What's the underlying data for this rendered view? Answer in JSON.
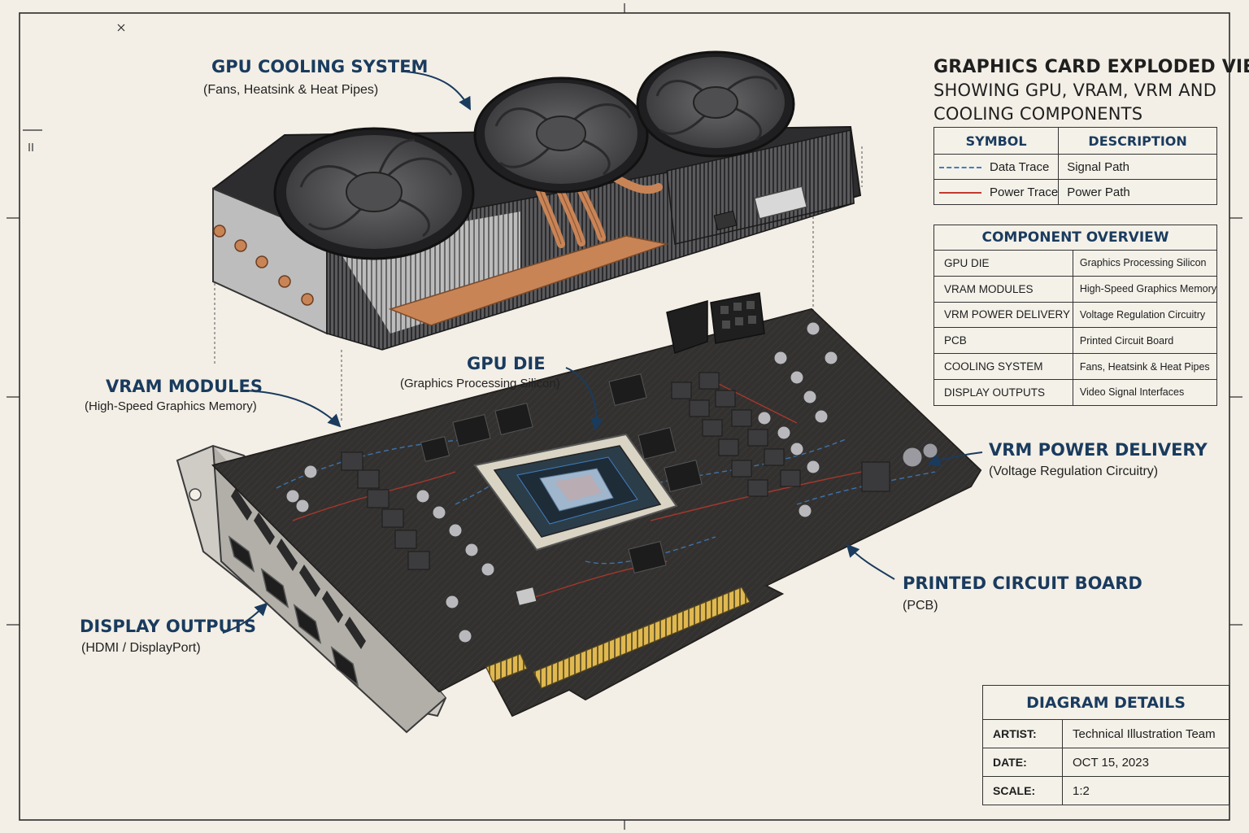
{
  "title": {
    "line1": "GRAPHICS CARD EXPLODED VIEW",
    "line2": "SHOWING GPU, VRAM, VRM AND",
    "line3": "COOLING COMPONENTS"
  },
  "legend": {
    "headers": {
      "symbol": "SYMBOL",
      "description": "DESCRIPTION"
    },
    "rows": [
      {
        "symbol_label": "Data Trace",
        "description": "Signal Path",
        "style": "dashed",
        "color": "#3f7fc0"
      },
      {
        "symbol_label": "Power Trace",
        "description": "Power Path",
        "style": "solid",
        "color": "#c43a2c"
      }
    ]
  },
  "overview": {
    "header": "COMPONENT OVERVIEW",
    "rows": [
      {
        "component": "GPU DIE",
        "description": "Graphics Processing Silicon"
      },
      {
        "component": "VRAM MODULES",
        "description": "High-Speed Graphics Memory"
      },
      {
        "component": "VRM POWER DELIVERY",
        "description": "Voltage Regulation Circuitry"
      },
      {
        "component": "PCB",
        "description": "Printed Circuit Board"
      },
      {
        "component": "COOLING SYSTEM",
        "description": "Fans, Heatsink & Heat Pipes"
      },
      {
        "component": "DISPLAY OUTPUTS",
        "description": "Video Signal Interfaces"
      }
    ]
  },
  "callouts": {
    "cooling": {
      "title": "GPU COOLING SYSTEM",
      "sub": "(Fans, Heatsink & Heat Pipes)"
    },
    "gpu_die": {
      "title": "GPU DIE",
      "sub": "(Graphics Processing Silicon)"
    },
    "vram": {
      "title": "VRAM MODULES",
      "sub": "(High-Speed Graphics Memory)"
    },
    "vrm": {
      "title": "VRM POWER DELIVERY",
      "sub": "(Voltage Regulation Circuitry)"
    },
    "pcb": {
      "title": "PRINTED CIRCUIT BOARD",
      "sub": "(PCB)"
    },
    "outputs": {
      "title": "DISPLAY OUTPUTS",
      "sub": "(HDMI / DisplayPort)"
    }
  },
  "details": {
    "header": "DIAGRAM DETAILS",
    "rows": [
      {
        "label": "ARTIST:",
        "value": "Technical Illustration Team"
      },
      {
        "label": "DATE:",
        "value": "OCT 15, 2023"
      },
      {
        "label": "SCALE:",
        "value": "1:2"
      }
    ]
  },
  "colors": {
    "background": "#f3efe6",
    "label_blue": "#1a3b5e",
    "pcb": "#2e2c2a",
    "copper": "#c98456",
    "heatsink": "#3a3a3c",
    "bracket": "#c9c6c0",
    "gold_fingers": "#d9b04a",
    "data_trace": "#3f7fc0",
    "power_trace": "#c43a2c"
  }
}
